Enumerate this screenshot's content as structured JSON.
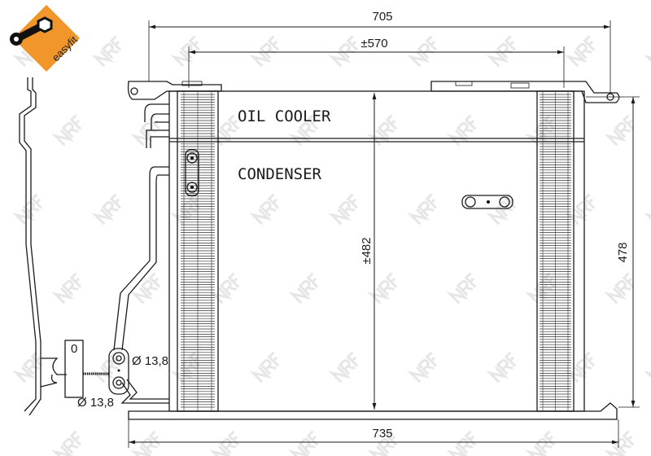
{
  "logo": {
    "text": "easyfit",
    "color": "#f0962a"
  },
  "watermark": {
    "text": "NRF",
    "color": "#e6e6e6"
  },
  "sections": {
    "oil_cooler": "OIL COOLER",
    "condenser": "CONDENSER"
  },
  "dimensions": {
    "overall_width_top": "705",
    "bracket_spacing": "±570",
    "core_height": "±482",
    "overall_height": "478",
    "overall_width_bottom": "735",
    "pipe_diameter_1": "Ø 13,8",
    "pipe_diameter_2": "Ø 13,8",
    "fitting_mark": "0"
  }
}
